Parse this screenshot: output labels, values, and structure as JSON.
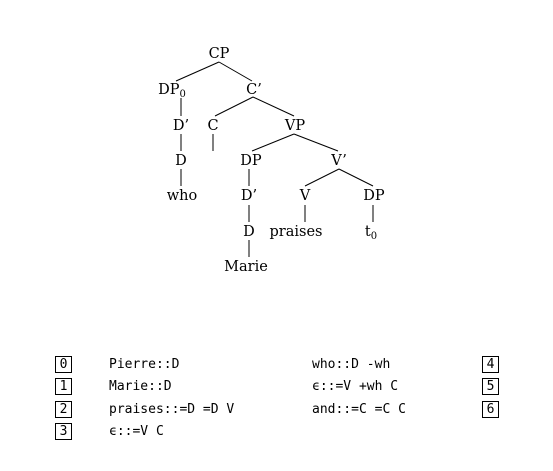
{
  "tree": {
    "nodes": {
      "cp": {
        "label": "CP"
      },
      "dp0": {
        "label": "DP",
        "sub": "0"
      },
      "cbar": {
        "label": "C’"
      },
      "dbar1": {
        "label": "D’"
      },
      "c": {
        "label": "C"
      },
      "vp": {
        "label": "VP"
      },
      "d1": {
        "label": "D"
      },
      "dp1": {
        "label": "DP"
      },
      "vbar": {
        "label": "V’"
      },
      "who": {
        "label": "who"
      },
      "dbar2": {
        "label": "D’"
      },
      "v": {
        "label": "V"
      },
      "dp2": {
        "label": "DP"
      },
      "d2": {
        "label": "D"
      },
      "praises": {
        "label": "praises"
      },
      "t0": {
        "label": "t",
        "sub": "0"
      },
      "marie": {
        "label": "Marie"
      }
    }
  },
  "lexicon": [
    {
      "index": "0",
      "entry": "Pierre::D"
    },
    {
      "index": "1",
      "entry": "Marie::D"
    },
    {
      "index": "2",
      "entry": "praises::=D =D V"
    },
    {
      "index": "3",
      "entry": "ϵ::=V C"
    },
    {
      "index": "4",
      "entry": "who::D -wh"
    },
    {
      "index": "5",
      "entry": "ϵ::=V +wh C"
    },
    {
      "index": "6",
      "entry": "and::=C =C C"
    }
  ]
}
